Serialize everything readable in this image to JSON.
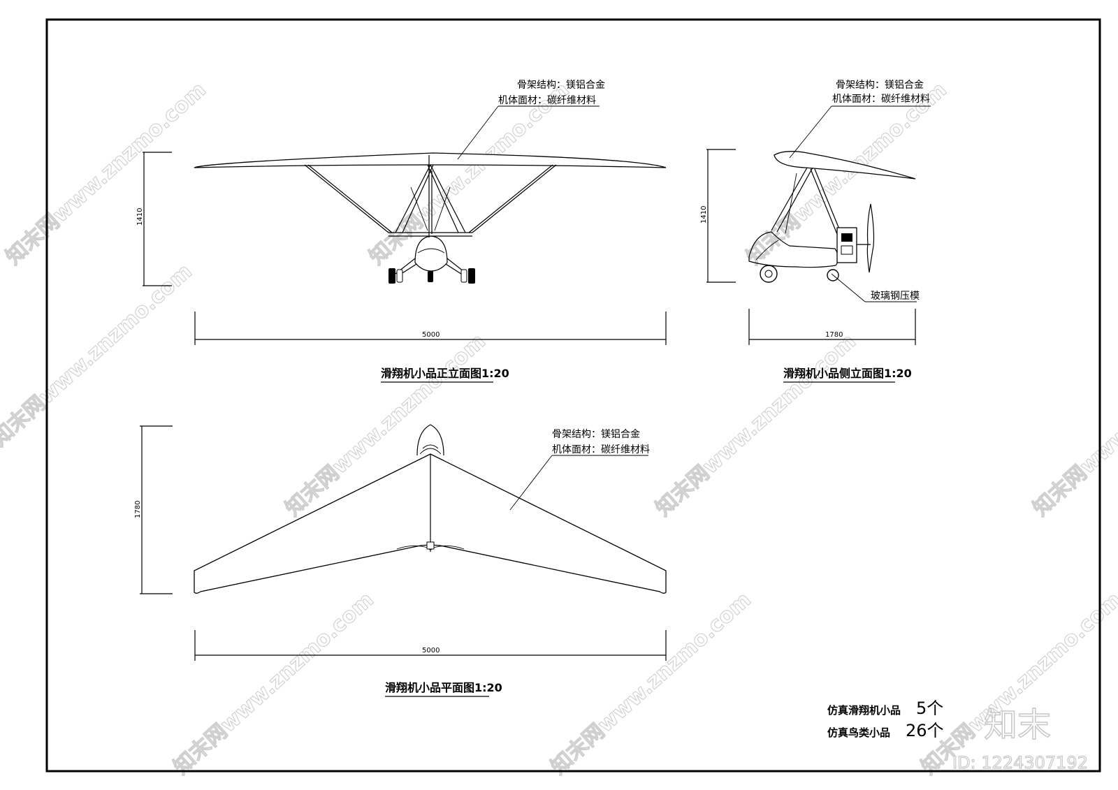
{
  "front_view": {
    "note_line1": "骨架结构：镁铝合金",
    "note_line2": "机体面材：碳纤维材料",
    "dim_height": "1410",
    "dim_width": "5000",
    "title": "滑翔机小品正立面图",
    "scale": "1:20"
  },
  "side_view": {
    "note_line1": "骨架结构：镁铝合金",
    "note_line2": "机体面材：碳纤维材料",
    "note_body": "玻璃钢压模",
    "dim_height": "1410",
    "dim_width": "1780",
    "title": "滑翔机小品侧立面图",
    "scale": "1:20"
  },
  "plan_view": {
    "note_line1": "骨架结构：镁铝合金",
    "note_line2": "机体面材：碳纤维材料",
    "dim_height": "1780",
    "dim_width": "5000",
    "title": "滑翔机小品平面图",
    "scale": "1:20"
  },
  "summary": [
    {
      "label": "仿真滑翔机小品",
      "qty": "5个"
    },
    {
      "label": "仿真鸟类小品",
      "qty": "26个"
    }
  ],
  "watermark": {
    "brand": "知末",
    "id": "ID: 1224307192",
    "tile": "知末网www.znzmo.com"
  }
}
